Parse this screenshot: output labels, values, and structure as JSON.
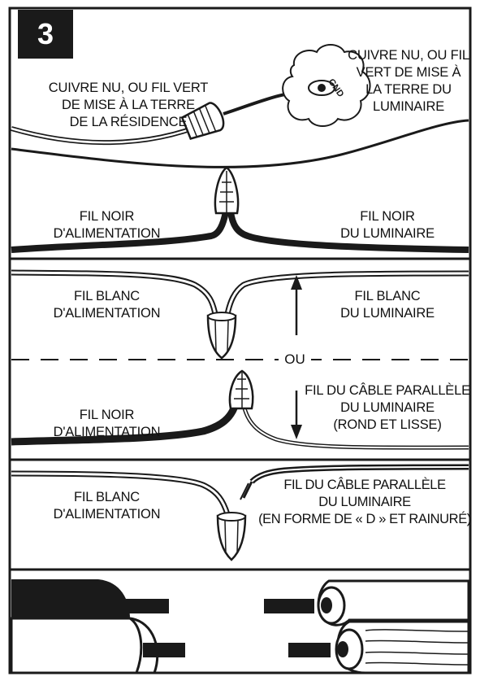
{
  "step_number": "3",
  "separator_label": "OU",
  "labels": {
    "house_ground": [
      "CUIVRE NU, OU FIL VERT",
      "DE MISE À LA TERRE",
      "DE LA RÉSIDENCE"
    ],
    "fixture_ground": [
      "CUIVRE NU, OU FIL",
      "VERT DE MISE À",
      "LA TERRE DU",
      "LUMINAIRE"
    ],
    "gnd_marking": "GND",
    "supply_black_1": [
      "FIL NOIR",
      "D'ALIMENTATION"
    ],
    "fixture_black": [
      "FIL NOIR",
      "DU LUMINAIRE"
    ],
    "supply_white_1": [
      "FIL BLANC",
      "D'ALIMENTATION"
    ],
    "fixture_white": [
      "FIL BLANC",
      "DU LUMINAIRE"
    ],
    "supply_black_2": [
      "FIL NOIR",
      "D'ALIMENTATION"
    ],
    "parallel_round": [
      "FIL DU CÂBLE PARALLÈLE",
      "DU LUMINAIRE",
      "(ROND ET LISSE)"
    ],
    "supply_white_2": [
      "FIL BLANC",
      "D'ALIMENTATION"
    ],
    "parallel_ribbed": [
      "FIL DU CÂBLE PARALLÈLE",
      "DU LUMINAIRE",
      "(EN FORME DE « D » ET RAINURÉ)"
    ]
  },
  "colors": {
    "ink": "#1a1a1a",
    "paper": "#ffffff"
  }
}
